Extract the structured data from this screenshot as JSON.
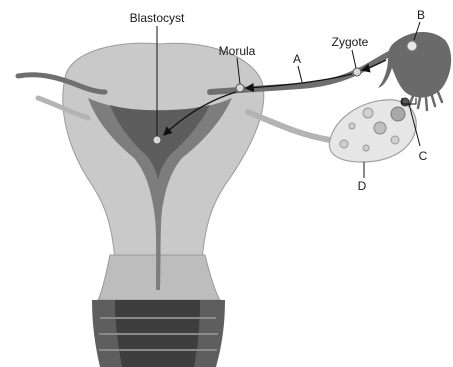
{
  "labels": {
    "blastocyst": "Blastocyst",
    "morula": "Morula",
    "zygote": "Zygote",
    "a": "A",
    "b": "B",
    "c": "C",
    "d": "D"
  },
  "colors": {
    "tissue_light": "#c9c9c9",
    "tissue_mid": "#a8a8a8",
    "tissue_dark": "#6f6f6f",
    "cavity": "#7d7d7d",
    "line": "#111111",
    "ovary": "#e6e6e6"
  }
}
